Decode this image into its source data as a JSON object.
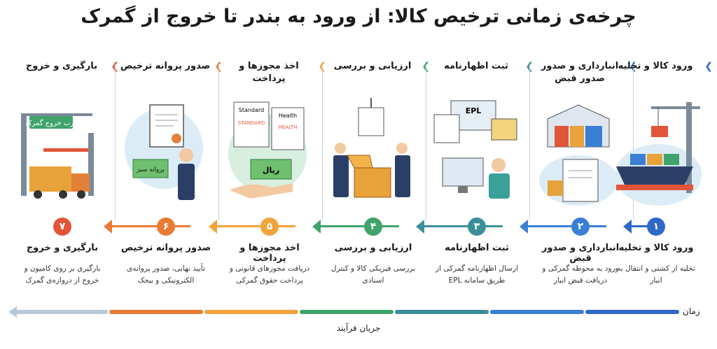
{
  "title": "چرخه‌ی زمانی ترخیص کالا: از ورود به بندر تا خروج از گمرک",
  "steps": [
    {
      "num": "۱",
      "title": "ورود کالا و تخلیه",
      "sub_title": "ورود کالا و تخلیه",
      "desc": "تخلیه از کشتی و انتقال به انبار",
      "color": "#2f68c7"
    },
    {
      "num": "۲",
      "title": "انبارداری و صدور صدور قبض",
      "sub_title": "انبارداری و صدور قبض",
      "desc": "ورود به محوطه گمرکی و دریافت قبض انبار",
      "color": "#3b7fd4"
    },
    {
      "num": "۳",
      "title": "ثبت اظهارنامه",
      "sub_title": "ثبت اظهارنامه",
      "desc": "ارسال اظهارنامه گمرکی از طریق سامانه EPL",
      "color": "#3a8f9a"
    },
    {
      "num": "۴",
      "title": "ارزیابی و بررسی",
      "sub_title": "ارزیابی و بررسی",
      "desc": "بررسی فیزیکی کالا و کنترل اسنادی",
      "color": "#3fa36b"
    },
    {
      "num": "۵",
      "title": "اخذ مجوزها و پرداخت",
      "sub_title": "اخذ مجوزها و پرداخت",
      "desc": "دریافت مجوزهای قانونی و پرداخت حقوق گمرکی",
      "color": "#f2a33a"
    },
    {
      "num": "۶",
      "title": "صدور پروانه ترخیص",
      "sub_title": "صدور پروانه ترخیص",
      "desc": "تأیید نهایی، صدور پروانه‌ی الکترونیکی و بیجک",
      "color": "#ea7b34"
    },
    {
      "num": "۷",
      "title": "بارگیری و خروج",
      "sub_title": "بارگیری و خروج",
      "desc": "بارگیری بر روی کامیون و خروج از دروازه‌ی گمرک",
      "color": "#e2553a"
    }
  ],
  "illustration_text": {
    "gate_sign": "درب خروج گمرک",
    "green_permit": "پروانه سبز",
    "money": "ریال",
    "standard": "Standard",
    "standard_stamp": "STANDARD",
    "health": "Health",
    "health_stamp": "HEALTH",
    "epl": "EPL"
  },
  "flow": {
    "time_label": "زمان",
    "flow_label": "جریان فرآیند",
    "segment_colors": [
      "#2f68c7",
      "#3b7fd4",
      "#3a8f9a",
      "#3fa36b",
      "#f2a33a",
      "#ea7b34",
      "#b9c8d6"
    ]
  }
}
